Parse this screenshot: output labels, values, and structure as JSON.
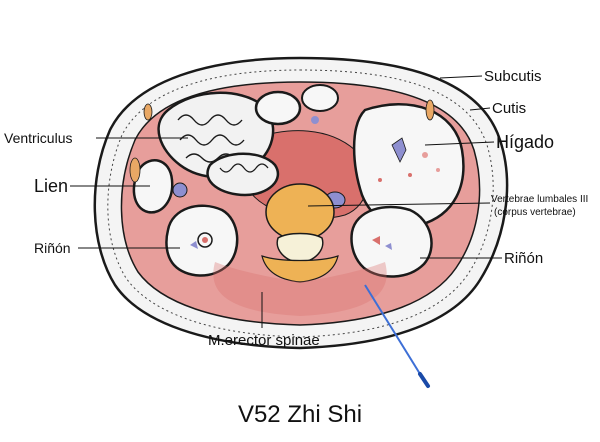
{
  "title": "V52 Zhi Shi",
  "labels": {
    "subcutis": "Subcutis",
    "cutis": "Cutis",
    "higado": "Hígado",
    "ventriculus": "Ventriculus",
    "lien": "Lien",
    "rinon_left": "Riñón",
    "rinon_right": "Riñón",
    "vertebrae_line1": "Vertebrae lumbales III",
    "vertebrae_line2": "(corpus vertebrae)",
    "erector": "M.erector spinae"
  },
  "colors": {
    "muscle": "#e79e9b",
    "muscle_dark": "#d9706c",
    "skin_fill": "#f4f4f4",
    "outline": "#1a1a1a",
    "vertebra": "#eeb255",
    "fat": "#e9a865",
    "vessel": "#8e8fd0",
    "needle": "#3d6fd6"
  }
}
